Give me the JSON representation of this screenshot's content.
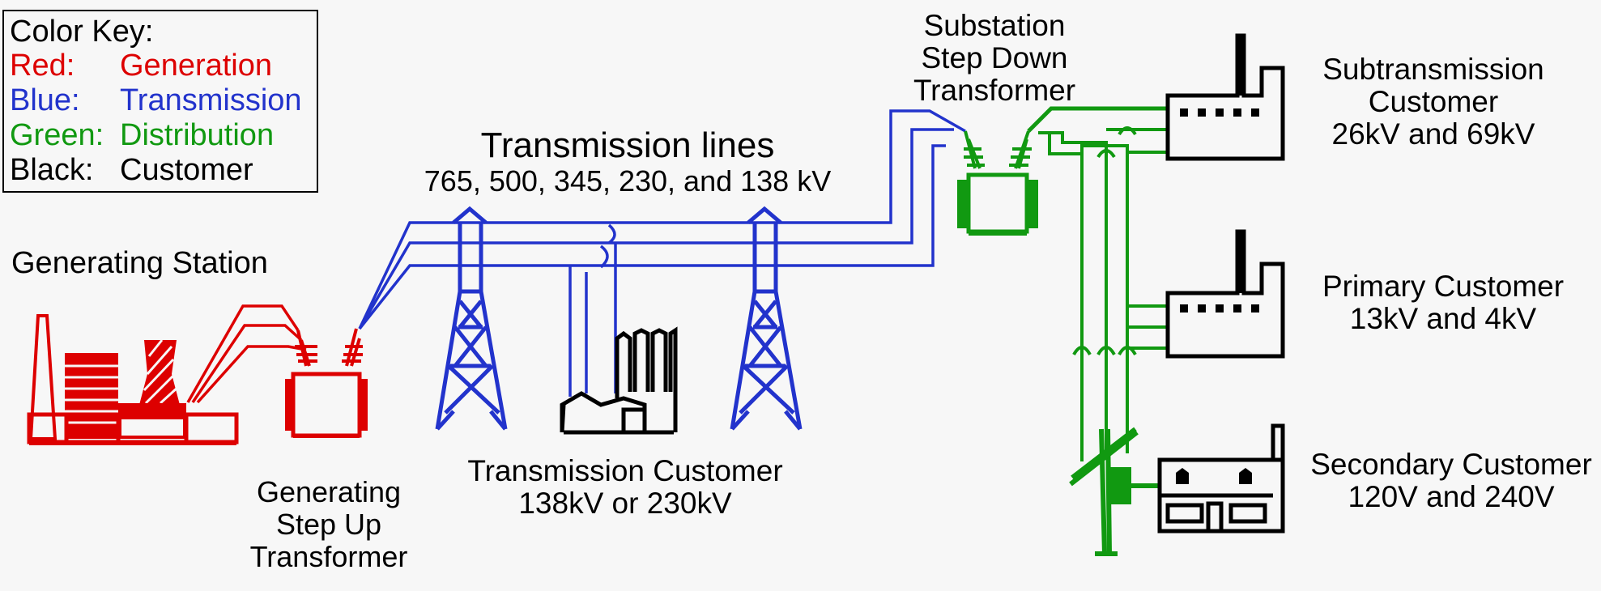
{
  "color_key": {
    "title": "Color Key:",
    "rows": [
      {
        "key": "Red:",
        "value": "Generation",
        "color": "#dd0000"
      },
      {
        "key": "Blue:",
        "value": "Transmission",
        "color": "#2233cc"
      },
      {
        "key": "Green:",
        "value": "Distribution",
        "color": "#119911"
      },
      {
        "key": "Black:",
        "value": "Customer",
        "color": "#000000"
      }
    ]
  },
  "labels": {
    "generating_station": "Generating Station",
    "step_up": [
      "Generating",
      "Step Up",
      "Transformer"
    ],
    "transmission_lines": "Transmission lines",
    "voltages": "765, 500, 345, 230, and 138 kV",
    "transmission_customer": [
      "Transmission Customer",
      "138kV or 230kV"
    ],
    "substation": [
      "Substation",
      "Step Down",
      "Transformer"
    ],
    "subtransmission_customer": [
      "Subtransmission",
      "Customer",
      "26kV and 69kV"
    ],
    "primary_customer": [
      "Primary Customer",
      "13kV and 4kV"
    ],
    "secondary_customer": [
      "Secondary Customer",
      "120V and 240V"
    ]
  },
  "colors": {
    "generation": "#dd0000",
    "transmission": "#2233cc",
    "distribution": "#119911",
    "customer": "#000000"
  }
}
